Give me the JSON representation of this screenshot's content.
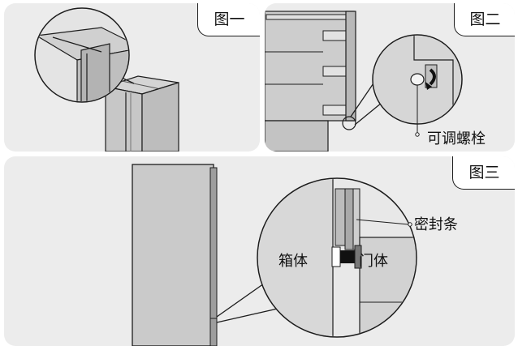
{
  "figures": {
    "fig1": {
      "tab": "图一"
    },
    "fig2": {
      "tab": "图二",
      "label_screw": "可调螺栓"
    },
    "fig3": {
      "tab": "图三",
      "label_seal": "密封条",
      "label_cabinet": "箱体",
      "label_door": "门体"
    }
  },
  "colors": {
    "panel_bg": "#ececec",
    "line": "#1d1d1d",
    "fridge_body": "#cfcfcf",
    "fridge_dark": "#8a8a8a",
    "fridge_shadow": "#a8a8a8",
    "accent_arrow": "#111111"
  }
}
